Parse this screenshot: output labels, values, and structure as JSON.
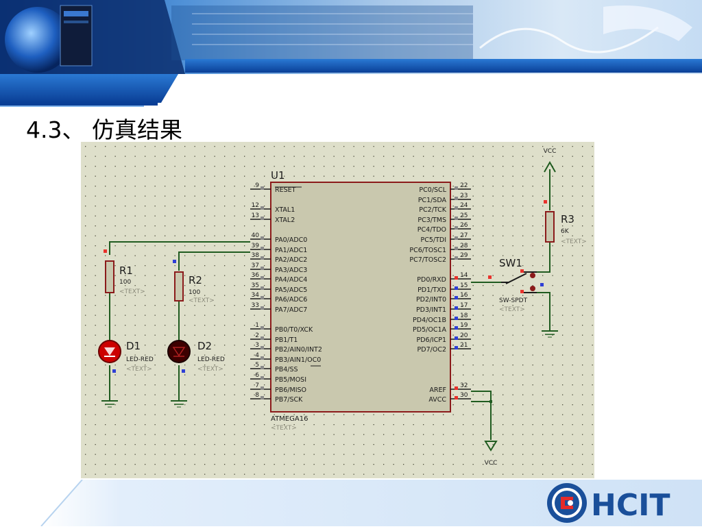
{
  "slide": {
    "title": "4.3、 仿真结果"
  },
  "schematic": {
    "mcu": {
      "ref": "U1",
      "part": "ATMEGA16",
      "text": "<TEXT>",
      "left_pins": [
        {
          "num": "9",
          "name": "RESET"
        },
        {
          "num": "12",
          "name": "XTAL1"
        },
        {
          "num": "13",
          "name": "XTAL2"
        },
        {
          "num": "40",
          "name": "PA0/ADC0"
        },
        {
          "num": "39",
          "name": "PA1/ADC1"
        },
        {
          "num": "38",
          "name": "PA2/ADC2"
        },
        {
          "num": "37",
          "name": "PA3/ADC3"
        },
        {
          "num": "36",
          "name": "PA4/ADC4"
        },
        {
          "num": "35",
          "name": "PA5/ADC5"
        },
        {
          "num": "34",
          "name": "PA6/ADC6"
        },
        {
          "num": "33",
          "name": "PA7/ADC7"
        },
        {
          "num": "1",
          "name": "PB0/T0/XCK"
        },
        {
          "num": "2",
          "name": "PB1/T1"
        },
        {
          "num": "3",
          "name": "PB2/AIN0/INT2"
        },
        {
          "num": "4",
          "name": "PB3/AIN1/OC0"
        },
        {
          "num": "5",
          "name": "PB4/SS"
        },
        {
          "num": "6",
          "name": "PB5/MOSI"
        },
        {
          "num": "7",
          "name": "PB6/MISO"
        },
        {
          "num": "8",
          "name": "PB7/SCK"
        }
      ],
      "right_pins": [
        {
          "num": "22",
          "name": "PC0/SCL"
        },
        {
          "num": "23",
          "name": "PC1/SDA"
        },
        {
          "num": "24",
          "name": "PC2/TCK"
        },
        {
          "num": "25",
          "name": "PC3/TMS"
        },
        {
          "num": "26",
          "name": "PC4/TDO"
        },
        {
          "num": "27",
          "name": "PC5/TDI"
        },
        {
          "num": "28",
          "name": "PC6/TOSC1"
        },
        {
          "num": "29",
          "name": "PC7/TOSC2"
        },
        {
          "num": "14",
          "name": "PD0/RXD"
        },
        {
          "num": "15",
          "name": "PD1/TXD"
        },
        {
          "num": "16",
          "name": "PD2/INT0"
        },
        {
          "num": "17",
          "name": "PD3/INT1"
        },
        {
          "num": "18",
          "name": "PD4/OC1B"
        },
        {
          "num": "19",
          "name": "PD5/OC1A"
        },
        {
          "num": "20",
          "name": "PD6/ICP1"
        },
        {
          "num": "21",
          "name": "PD7/OC2"
        },
        {
          "num": "32",
          "name": "AREF"
        },
        {
          "num": "30",
          "name": "AVCC"
        }
      ]
    },
    "r1": {
      "ref": "R1",
      "value": "100",
      "text": "<TEXT>"
    },
    "r2": {
      "ref": "R2",
      "value": "100",
      "text": "<TEXT>"
    },
    "r3": {
      "ref": "R3",
      "value": "6K",
      "text": "<TEXT>"
    },
    "d1": {
      "ref": "D1",
      "part": "LED-RED",
      "text": "<TEXT>"
    },
    "d2": {
      "ref": "D2",
      "part": "LED-RED",
      "text": "<TEXT>"
    },
    "sw1": {
      "ref": "SW1",
      "part": "SW-SPDT",
      "text": "<TEXT>"
    },
    "vcc_top": "VCC",
    "vcc_bottom": "VCC"
  },
  "logo": {
    "text": "HCIT"
  },
  "colors": {
    "grid_bg": "#dedfca",
    "component_body": "#c9c8ae",
    "component_outline": "#8b1a1a",
    "wire": "#1f5b1f",
    "led_on": "#cc0000",
    "led_off": "#4a0000",
    "banner_blue": "#0a4fa8",
    "logo_blue": "#1a4f9a"
  }
}
